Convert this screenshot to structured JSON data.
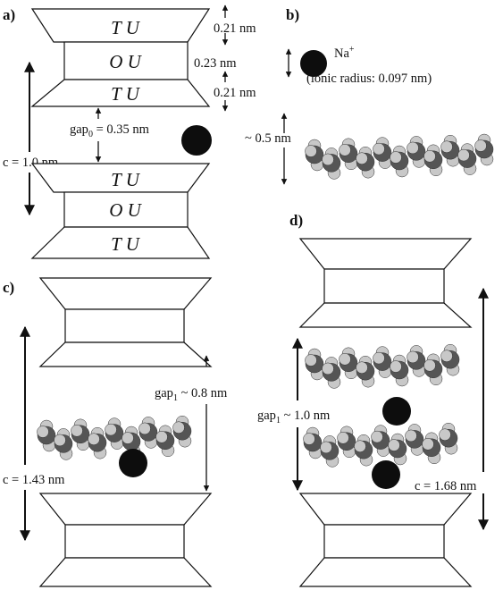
{
  "panels": {
    "a": {
      "label": "a)",
      "top_layer_units": [
        "T U",
        "O U",
        "T U"
      ],
      "bottom_layer_units": [
        "T U",
        "O U",
        "T U"
      ],
      "thickness_top": "0.21 nm",
      "thickness_middle": "0.23 nm",
      "thickness_bottom": "0.21 nm",
      "gap_prefix": "gap",
      "gap_sub": "0",
      "gap_value": "= 0.35 nm",
      "c_value": "c = 1.0 nm"
    },
    "b": {
      "label": "b)",
      "ion_symbol": "Na",
      "ion_charge": "+",
      "ion_radius": "(ionic radius: 0.097 nm)",
      "chain_height": "~ 0.5 nm"
    },
    "c": {
      "label": "c)",
      "gap_prefix": "gap",
      "gap_sub": "1",
      "gap_value": "~ 0.8 nm",
      "c_value": "c = 1.43 nm"
    },
    "d": {
      "label": "d)",
      "gap_prefix": "gap",
      "gap_sub": "1",
      "gap_value": "~ 1.0 nm",
      "c_value": "c = 1.68 nm"
    }
  },
  "colors": {
    "ink": "#111111",
    "sodium": "#0d0d0d",
    "carbon": "#555555",
    "hydrogen": "#c8c8c8"
  }
}
